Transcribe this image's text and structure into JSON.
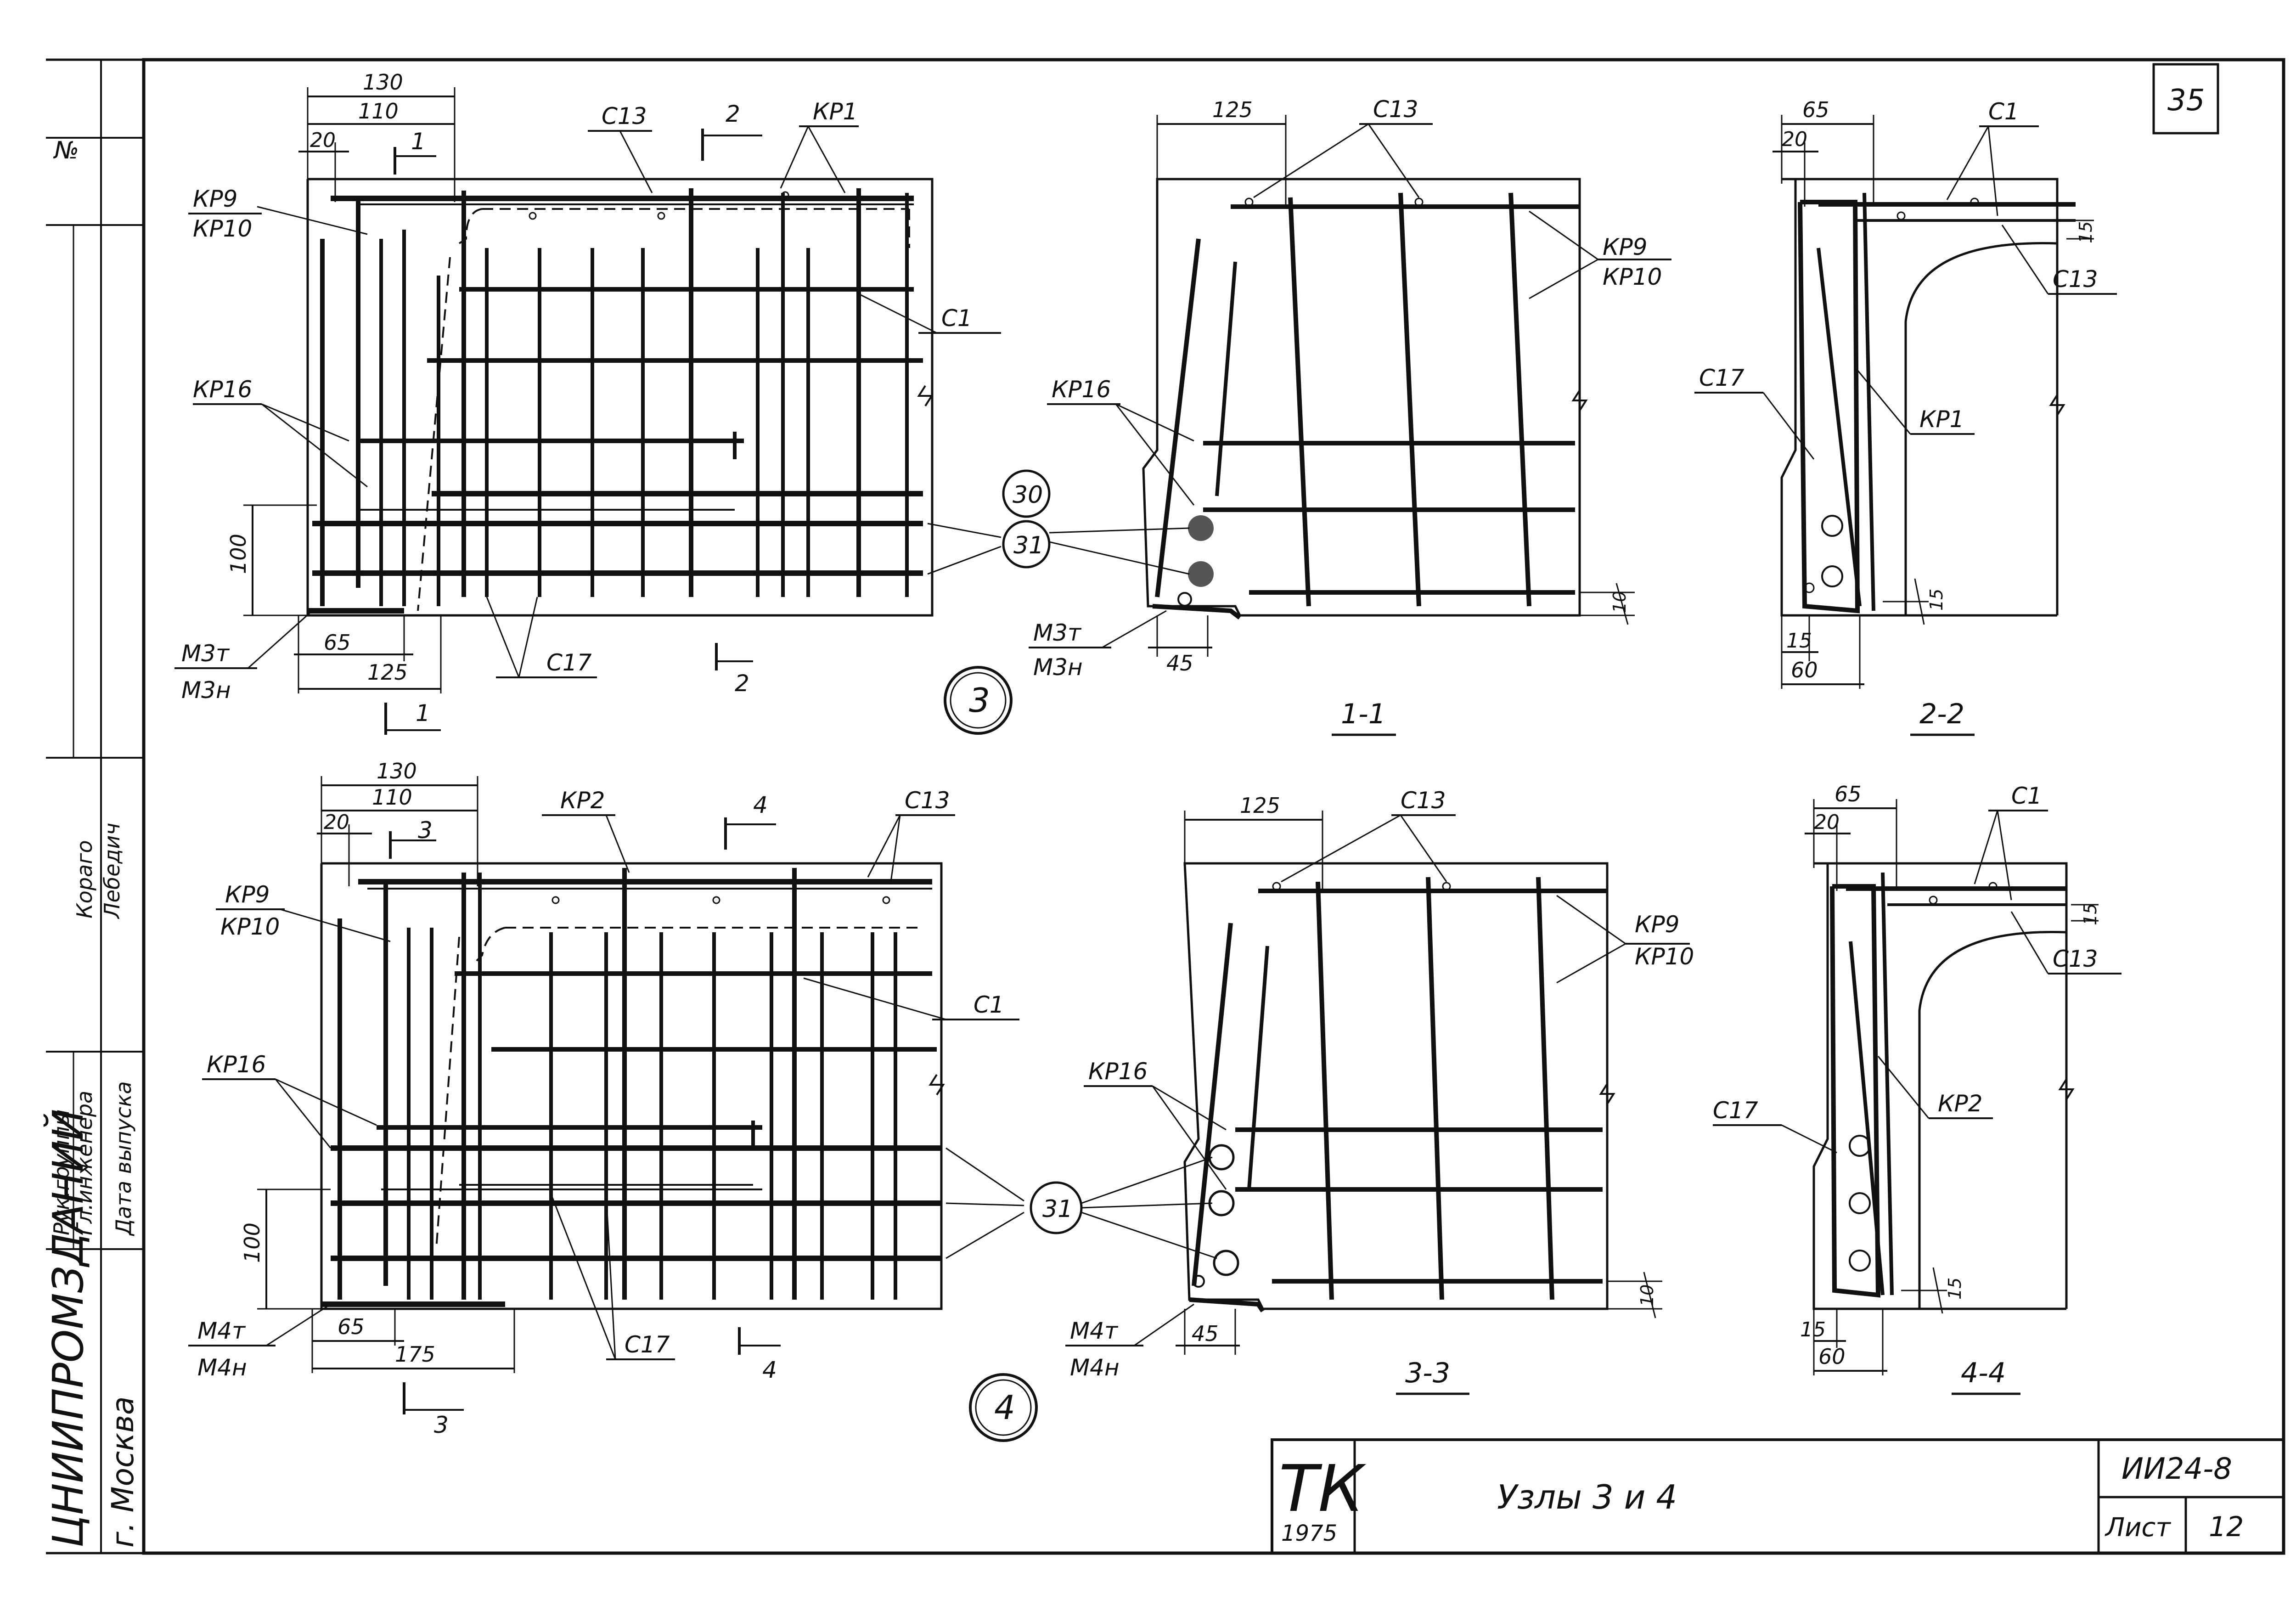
{
  "sheet": {
    "page_number": "35",
    "stamp_no": "№",
    "org": "ЦНИИПРОМЗДАНИЙ",
    "city": "г. Москва",
    "series_logo": "ТК",
    "year": "1975",
    "doc_code": "ИИ24-8",
    "title": "Узлы 3 и 4",
    "sheet_label": "Лист",
    "sheet_no": "12"
  },
  "sidebar": {
    "roles": [
      "Рук.группы",
      "Гл.инженера",
      "Дата выпуска"
    ],
    "names": [
      "Кораго",
      "Лебедич"
    ]
  },
  "node3": {
    "label": "3",
    "dims": [
      "130",
      "110",
      "20",
      "100",
      "65",
      "125"
    ],
    "labels": [
      "С13",
      "КР1",
      "КР9",
      "КР10",
      "КР16",
      "С1",
      "С17",
      "М3т",
      "М3н"
    ],
    "sections": [
      "2",
      "1",
      "1",
      "2"
    ],
    "circles": [
      "30",
      "31"
    ]
  },
  "node4": {
    "label": "4",
    "dims": [
      "130",
      "110",
      "20",
      "100",
      "65",
      "175"
    ],
    "labels": [
      "КР2",
      "С13",
      "КР9",
      "КР10",
      "С1",
      "КР16",
      "С17",
      "М4т",
      "М4н"
    ],
    "sections": [
      "4",
      "3",
      "3",
      "4"
    ],
    "circles": [
      "31"
    ]
  },
  "section_1_1": {
    "title": "1-1",
    "dims": [
      "125",
      "45",
      "10"
    ],
    "labels": [
      "С13",
      "КР9",
      "КР10",
      "КР16",
      "М3т",
      "М3н"
    ]
  },
  "section_2_2": {
    "title": "2-2",
    "dims": [
      "65",
      "20",
      "15",
      "15",
      "15",
      "60"
    ],
    "labels": [
      "С1",
      "С13",
      "С17",
      "КР1"
    ]
  },
  "section_3_3": {
    "title": "3-3",
    "dims": [
      "125",
      "45",
      "10"
    ],
    "labels": [
      "С13",
      "КР9",
      "КР10",
      "КР16",
      "М4т",
      "М4н"
    ]
  },
  "section_4_4": {
    "title": "4-4",
    "dims": [
      "65",
      "20",
      "15",
      "15",
      "15",
      "60"
    ],
    "labels": [
      "С1",
      "С13",
      "С17",
      "КР2"
    ]
  }
}
